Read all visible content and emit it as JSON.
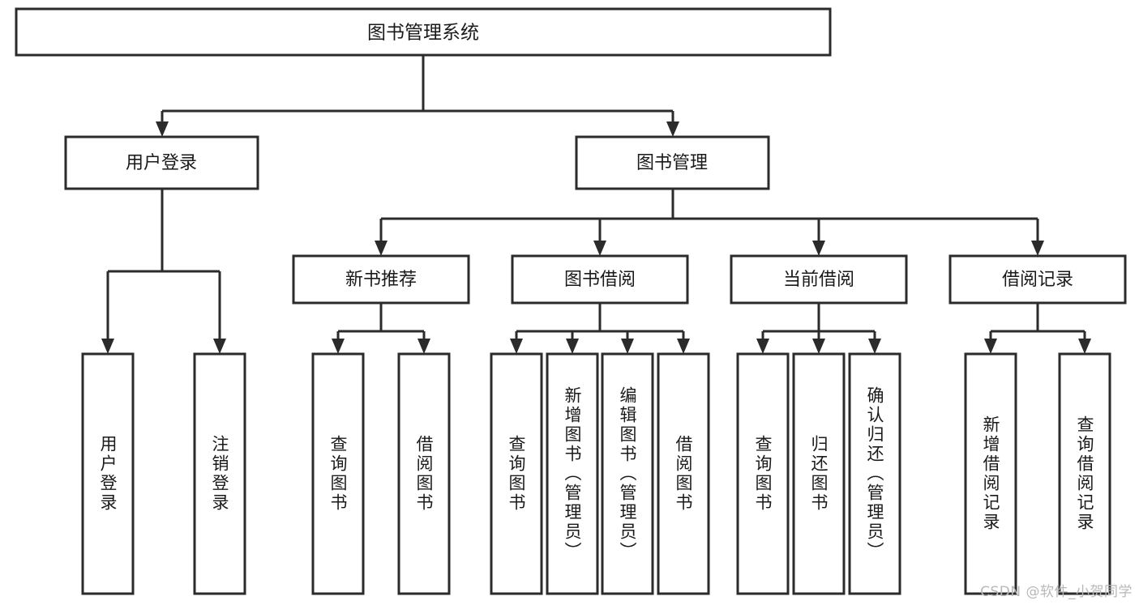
{
  "diagram": {
    "title": "图书管理系统",
    "type": "tree-hierarchy",
    "watermark": "CSDN @软件_小贺同学",
    "colors": {
      "stroke": "#2b2b2b",
      "fill": "#ffffff",
      "text": "#1a1a1a",
      "watermark": "#b8b8b8"
    },
    "root": {
      "label": "图书管理系统"
    },
    "level2": [
      {
        "label": "用户登录"
      },
      {
        "label": "图书管理"
      }
    ],
    "level3": [
      {
        "label": "新书推荐"
      },
      {
        "label": "图书借阅"
      },
      {
        "label": "当前借阅"
      },
      {
        "label": "借阅记录"
      }
    ],
    "leaves": {
      "user_login": [
        {
          "label": "用户登录"
        },
        {
          "label": "注销登录"
        }
      ],
      "new_book": [
        {
          "label": "查询图书"
        },
        {
          "label": "借阅图书"
        }
      ],
      "book_borrow": [
        {
          "label": "查询图书"
        },
        {
          "label": "新增图书（管理员）"
        },
        {
          "label": "编辑图书（管理员）"
        },
        {
          "label": "借阅图书"
        }
      ],
      "current_borrow": [
        {
          "label": "查询图书"
        },
        {
          "label": "归还图书"
        },
        {
          "label": "确认归还（管理员）"
        }
      ],
      "borrow_record": [
        {
          "label": "新增借阅记录"
        },
        {
          "label": "查询借阅记录"
        }
      ]
    }
  }
}
